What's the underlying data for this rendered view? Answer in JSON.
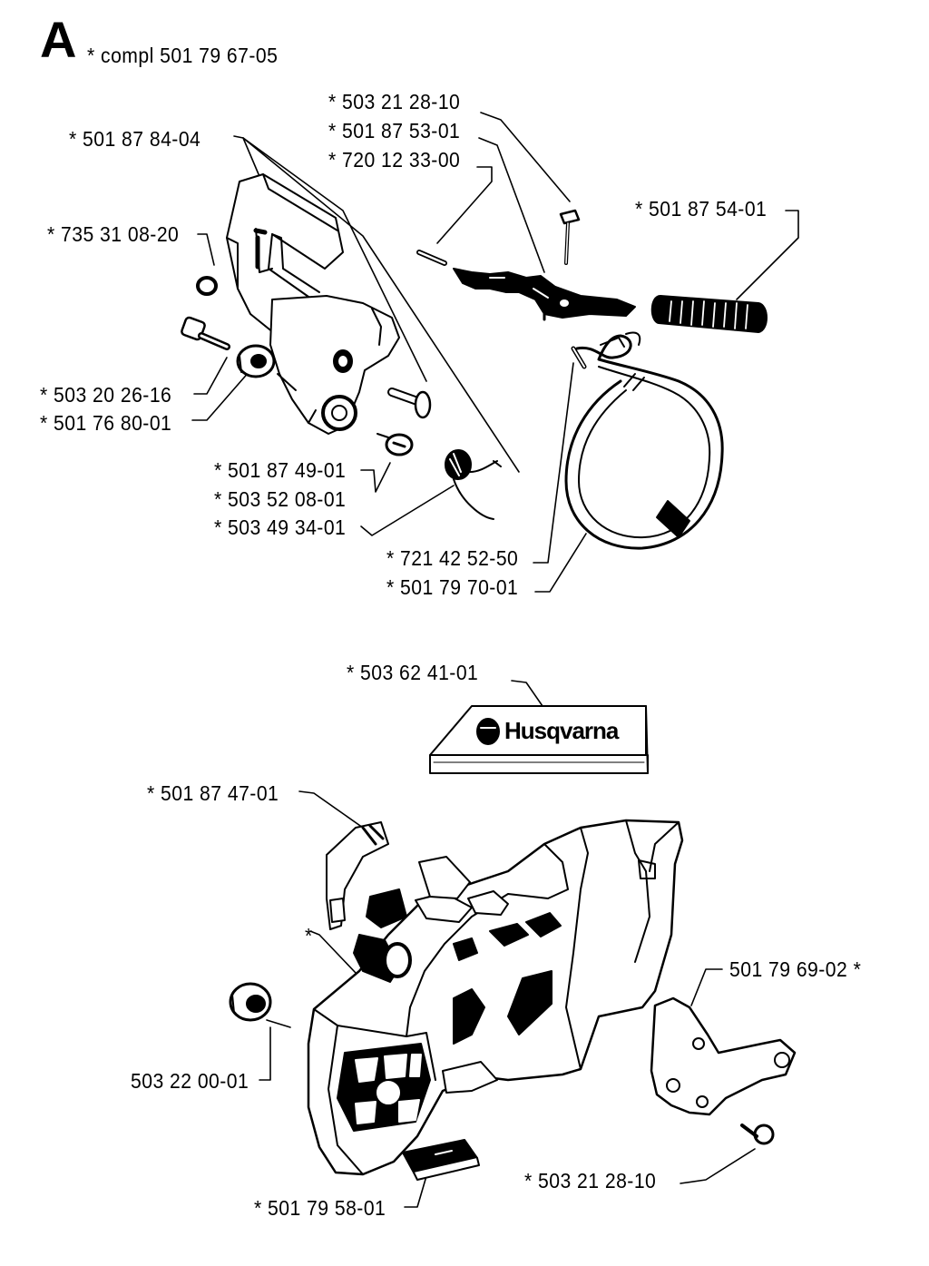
{
  "header": {
    "section_letter": "A",
    "compl_label": "* compl 501 79 67-05"
  },
  "labels": {
    "p_503_21_28_10_top": "* 503 21 28-10",
    "p_501_87_53_01": "* 501 87 53-01",
    "p_720_12_33_00": "* 720 12 33-00",
    "p_501_87_84_04": "* 501 87 84-04",
    "p_501_87_54_01": "* 501 87 54-01",
    "p_735_31_08_20": "* 735 31 08-20",
    "p_503_20_26_16": "* 503 20 26-16",
    "p_501_76_80_01": "* 501 76 80-01",
    "p_501_87_49_01": "* 501 87 49-01",
    "p_503_52_08_01": "* 503 52 08-01",
    "p_503_49_34_01": "* 503 49 34-01",
    "p_721_42_52_50": "* 721 42 52-50",
    "p_501_79_70_01": "* 501 79 70-01",
    "p_503_62_41_01": "* 503 62 41-01",
    "p_501_87_47_01": "* 501 87 47-01",
    "p_501_79_69_02": "501 79 69-02 *",
    "p_503_22_00_01": "503 22 00-01",
    "p_503_21_28_10_bottom": "* 503 21 28-10",
    "p_501_79_58_01": "* 501 79 58-01",
    "asterisk_cover": "*"
  },
  "decal": {
    "brand": "Husqvarna"
  }
}
